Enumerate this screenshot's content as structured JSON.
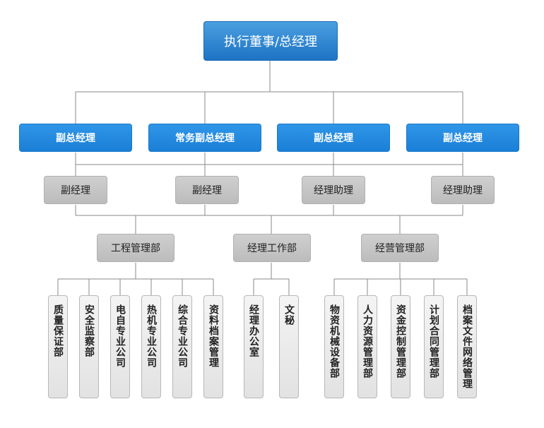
{
  "top": {
    "label": "执行董事/总经理"
  },
  "vp": [
    {
      "label": "副总经理"
    },
    {
      "label": "常务副总经理"
    },
    {
      "label": "副总经理"
    },
    {
      "label": "副总经理"
    }
  ],
  "managers": [
    {
      "label": "副经理"
    },
    {
      "label": "副经理"
    },
    {
      "label": "经理助理"
    },
    {
      "label": "经理助理"
    }
  ],
  "departments": [
    {
      "label": "工程管理部"
    },
    {
      "label": "经理工作部"
    },
    {
      "label": "经营管理部"
    }
  ],
  "units": [
    {
      "label": "质量保证部"
    },
    {
      "label": "安全监察部"
    },
    {
      "label": "电自专业公司"
    },
    {
      "label": "热机专业公司"
    },
    {
      "label": "综合专业公司"
    },
    {
      "label": "资料档案管理"
    },
    {
      "label": "经理办公室"
    },
    {
      "label": "文秘"
    },
    {
      "label": "物资机械设备部"
    },
    {
      "label": "人力资源管理部"
    },
    {
      "label": "资金控制管理部"
    },
    {
      "label": "计划合同管理部"
    },
    {
      "label": "档案文件网络管理"
    }
  ],
  "colors": {
    "blue": "#1f84d8",
    "grey": "#c4c4c4",
    "leaf": "#ececec",
    "line": "#8a8a8a"
  }
}
